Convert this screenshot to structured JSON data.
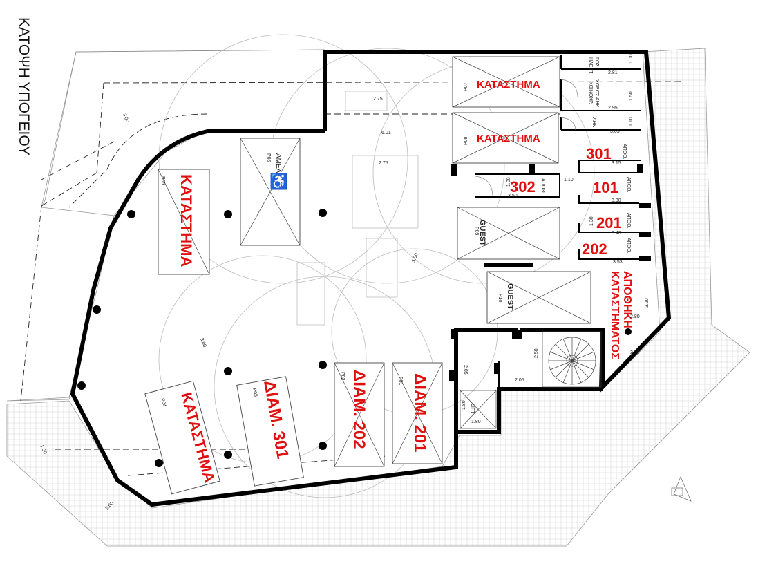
{
  "drawing": {
    "title": "ΚΑΤΟΨΗ ΥΠΟΓΕΙΟΥ"
  },
  "bays": {
    "p01": {
      "code": "P01",
      "label": "ΔΙΑΜ. 201"
    },
    "p02": {
      "code": "P02",
      "label": "ΔΙΑΜ. 202"
    },
    "p03": {
      "code": "P03",
      "label": "ΔΙΑΜ. 301"
    },
    "p04": {
      "code": "P04",
      "label": "ΚΑΤΑΣΤΗΜΑ"
    },
    "p05": {
      "code": "P05",
      "label": "ΚΑΤΑΣΤΗΜΑ"
    },
    "p06": {
      "code": "P06",
      "label": "ΑΜΕΑ"
    },
    "p07": {
      "code": "P07",
      "label": "ΚΑΤΑΣΤΗΜΑ"
    },
    "p08": {
      "code": "P08",
      "label": "ΚΑΤΑΣΤΗΜΑ"
    },
    "p09": {
      "code": "P09",
      "label": "GUEST"
    },
    "p10": {
      "code": "P10",
      "label": "GUEST"
    }
  },
  "storage": {
    "units": [
      "301",
      "101",
      "201",
      "202",
      "302"
    ],
    "room_tag": "ΑΠΟΘ.",
    "shop_storage": [
      "ΑΠΟΘΗΚΗ",
      "ΚΑΤΑΣΤΗΜΑΤΟΣ"
    ]
  },
  "service": {
    "electrical": "ΗΛΕΚΤ",
    "room_suffix": "ΓΟΣ",
    "common_space": "ΚΟΙΝΟΧΡ.",
    "common_space_2": "ΧΩΡΟΣ ΑΗΚ",
    "ahk": "ΑΗΚ",
    "lift": "LIFT"
  },
  "dimensions": {
    "d100": "1.00",
    "d281": "2.81",
    "d150": "1.50",
    "d295": "2.95",
    "d110a": "1.10",
    "d305": "3.05",
    "d315": "3.15",
    "d110b": "1.10",
    "d330": "3.30",
    "d130": "1.30",
    "d340": "3.40",
    "d353": "3.53",
    "d320": "3.20",
    "d280": "2.80",
    "d230": "2.30",
    "d601": "6.01",
    "d275a": "2.75",
    "d275b": "2.75",
    "d300a": "3.00",
    "d300b": "3.00",
    "d300c": "3.00",
    "d350": "3.50",
    "d205a": "2.05",
    "d205b": "2.05",
    "d250": "2.50",
    "d180a": "1.80",
    "d180b": "1.80",
    "d150b": "1.50",
    "d200": "2.00",
    "d100b": "1.00"
  },
  "colors": {
    "label_red": "#e01010",
    "wall": "#000000"
  }
}
